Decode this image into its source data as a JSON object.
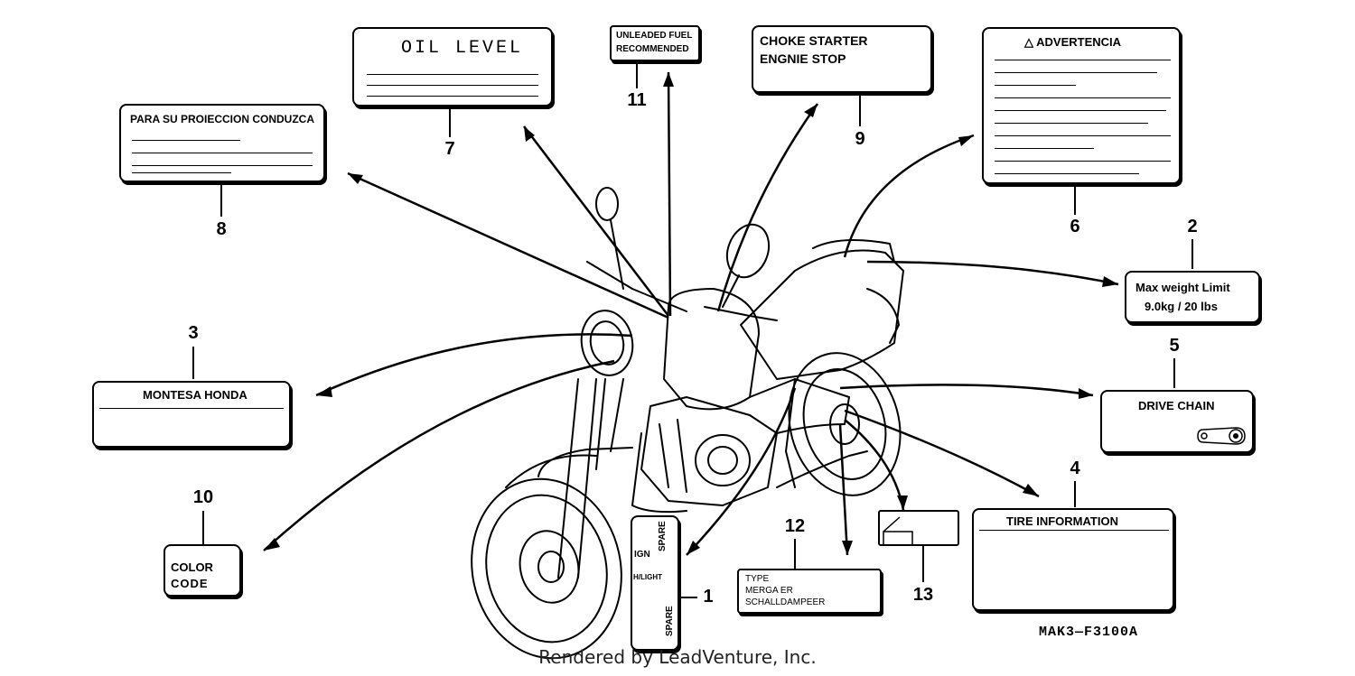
{
  "labels": {
    "oil_level": "OIL LEVEL",
    "unleaded_fuel": [
      "UNLEADED FUEL",
      "RECOMMENDED"
    ],
    "choke_starter": [
      "CHOKE  STARTER",
      "ENGNIE STOP"
    ],
    "advertencia": "△  ADVERTENCIA",
    "para_su_proteccion": "PARA SU PROIECCION CONDUZCA",
    "max_weight": [
      "Max weight Limit",
      "9.0kg / 20 lbs"
    ],
    "montesa_honda": "MONTESA HONDA",
    "drive_chain": "DRIVE CHAIN",
    "tire_information": "TIRE  INFORMATION",
    "color_code": [
      "COLOR",
      "CODE"
    ],
    "muffler_type": [
      "TYPE",
      "MERGA ER",
      "SCHALLDAMPEER"
    ],
    "switch_panel": [
      "IGN",
      "H/LIGHT",
      "SPARE",
      "SPARE"
    ]
  },
  "callouts": [
    "1",
    "2",
    "3",
    "4",
    "5",
    "6",
    "7",
    "8",
    "9",
    "10",
    "11",
    "12",
    "13"
  ],
  "diagram_code": "MAK3—F3100A",
  "footer": "Rendered by LeadVenture, Inc."
}
